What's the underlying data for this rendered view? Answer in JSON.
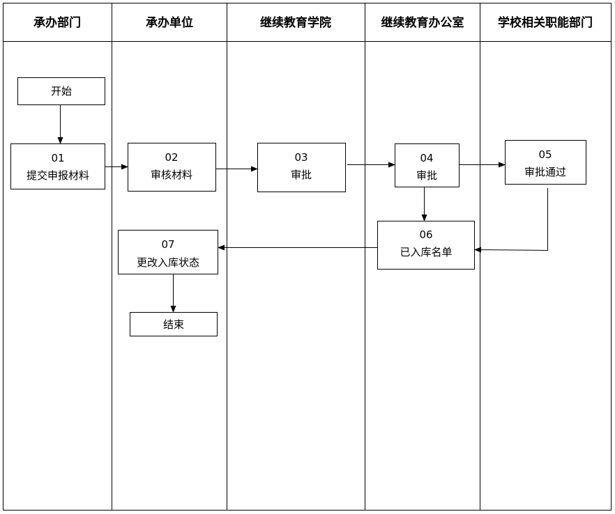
{
  "lanes": [
    {
      "label": "承办部门"
    },
    {
      "label": "承办单位"
    },
    {
      "label": "继续教育学院"
    },
    {
      "label": "继续教育办公室"
    },
    {
      "label": "学校相关职能部门"
    }
  ],
  "steps": {
    "start": {
      "label": "开始"
    },
    "s01": {
      "num": "01",
      "label": "提交申报材料"
    },
    "s02": {
      "num": "02",
      "label": "审核材料"
    },
    "s03": {
      "num": "03",
      "label": "审批"
    },
    "s04": {
      "num": "04",
      "label": "审批"
    },
    "s05": {
      "num": "05",
      "label": "审批通过"
    },
    "s06": {
      "num": "06",
      "label": "已入库名单"
    },
    "s07": {
      "num": "07",
      "label": "更改入库状态"
    },
    "end": {
      "label": "结束"
    }
  }
}
